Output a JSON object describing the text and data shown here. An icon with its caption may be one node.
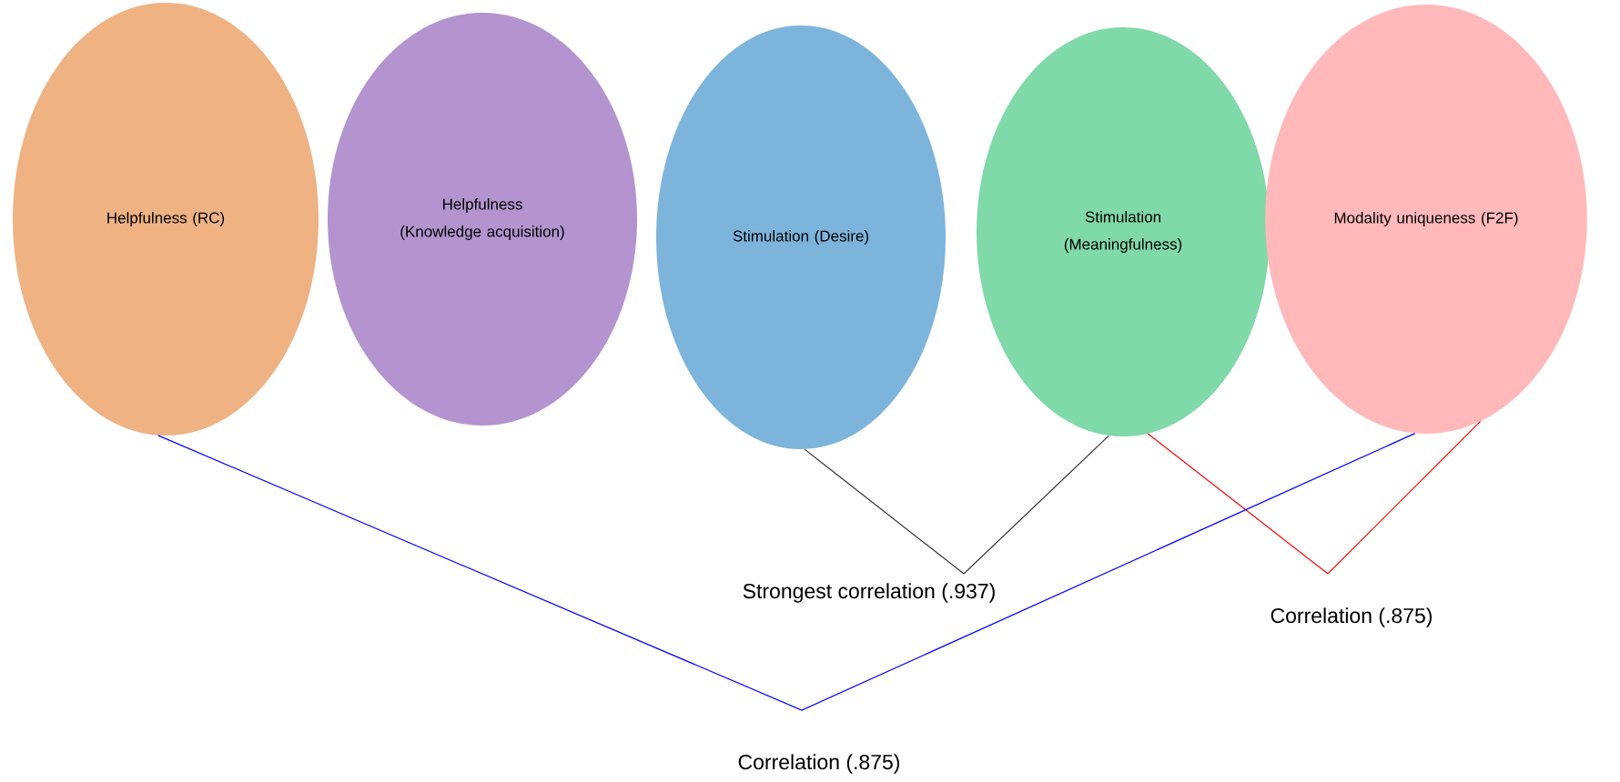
{
  "diagram": {
    "nodes": [
      {
        "text": [
          "Helpfulness (RC)"
        ]
      },
      {
        "text": [
          "Helpfulness (Knowledge acquisition)"
        ]
      },
      {
        "text": [
          "Stimulation (Desire)"
        ]
      },
      {
        "text": [
          "Stimulation (Meaningfulness)"
        ]
      },
      {
        "text": [
          "Modality uniqueness (F2F)"
        ]
      }
    ],
    "edges": [
      {
        "from": 2,
        "to": 3,
        "arrow": "none",
        "label": "Strongest correlation (.937)",
        "color": "#333333"
      },
      {
        "from": 3,
        "to": 4,
        "arrow": "none",
        "label": "Correlation (.875)",
        "color": "#ff0000"
      },
      {
        "from": 0,
        "to": 4,
        "arrow": "none",
        "label": "Correlation (.875)",
        "color": "#0000ff"
      }
    ]
  }
}
